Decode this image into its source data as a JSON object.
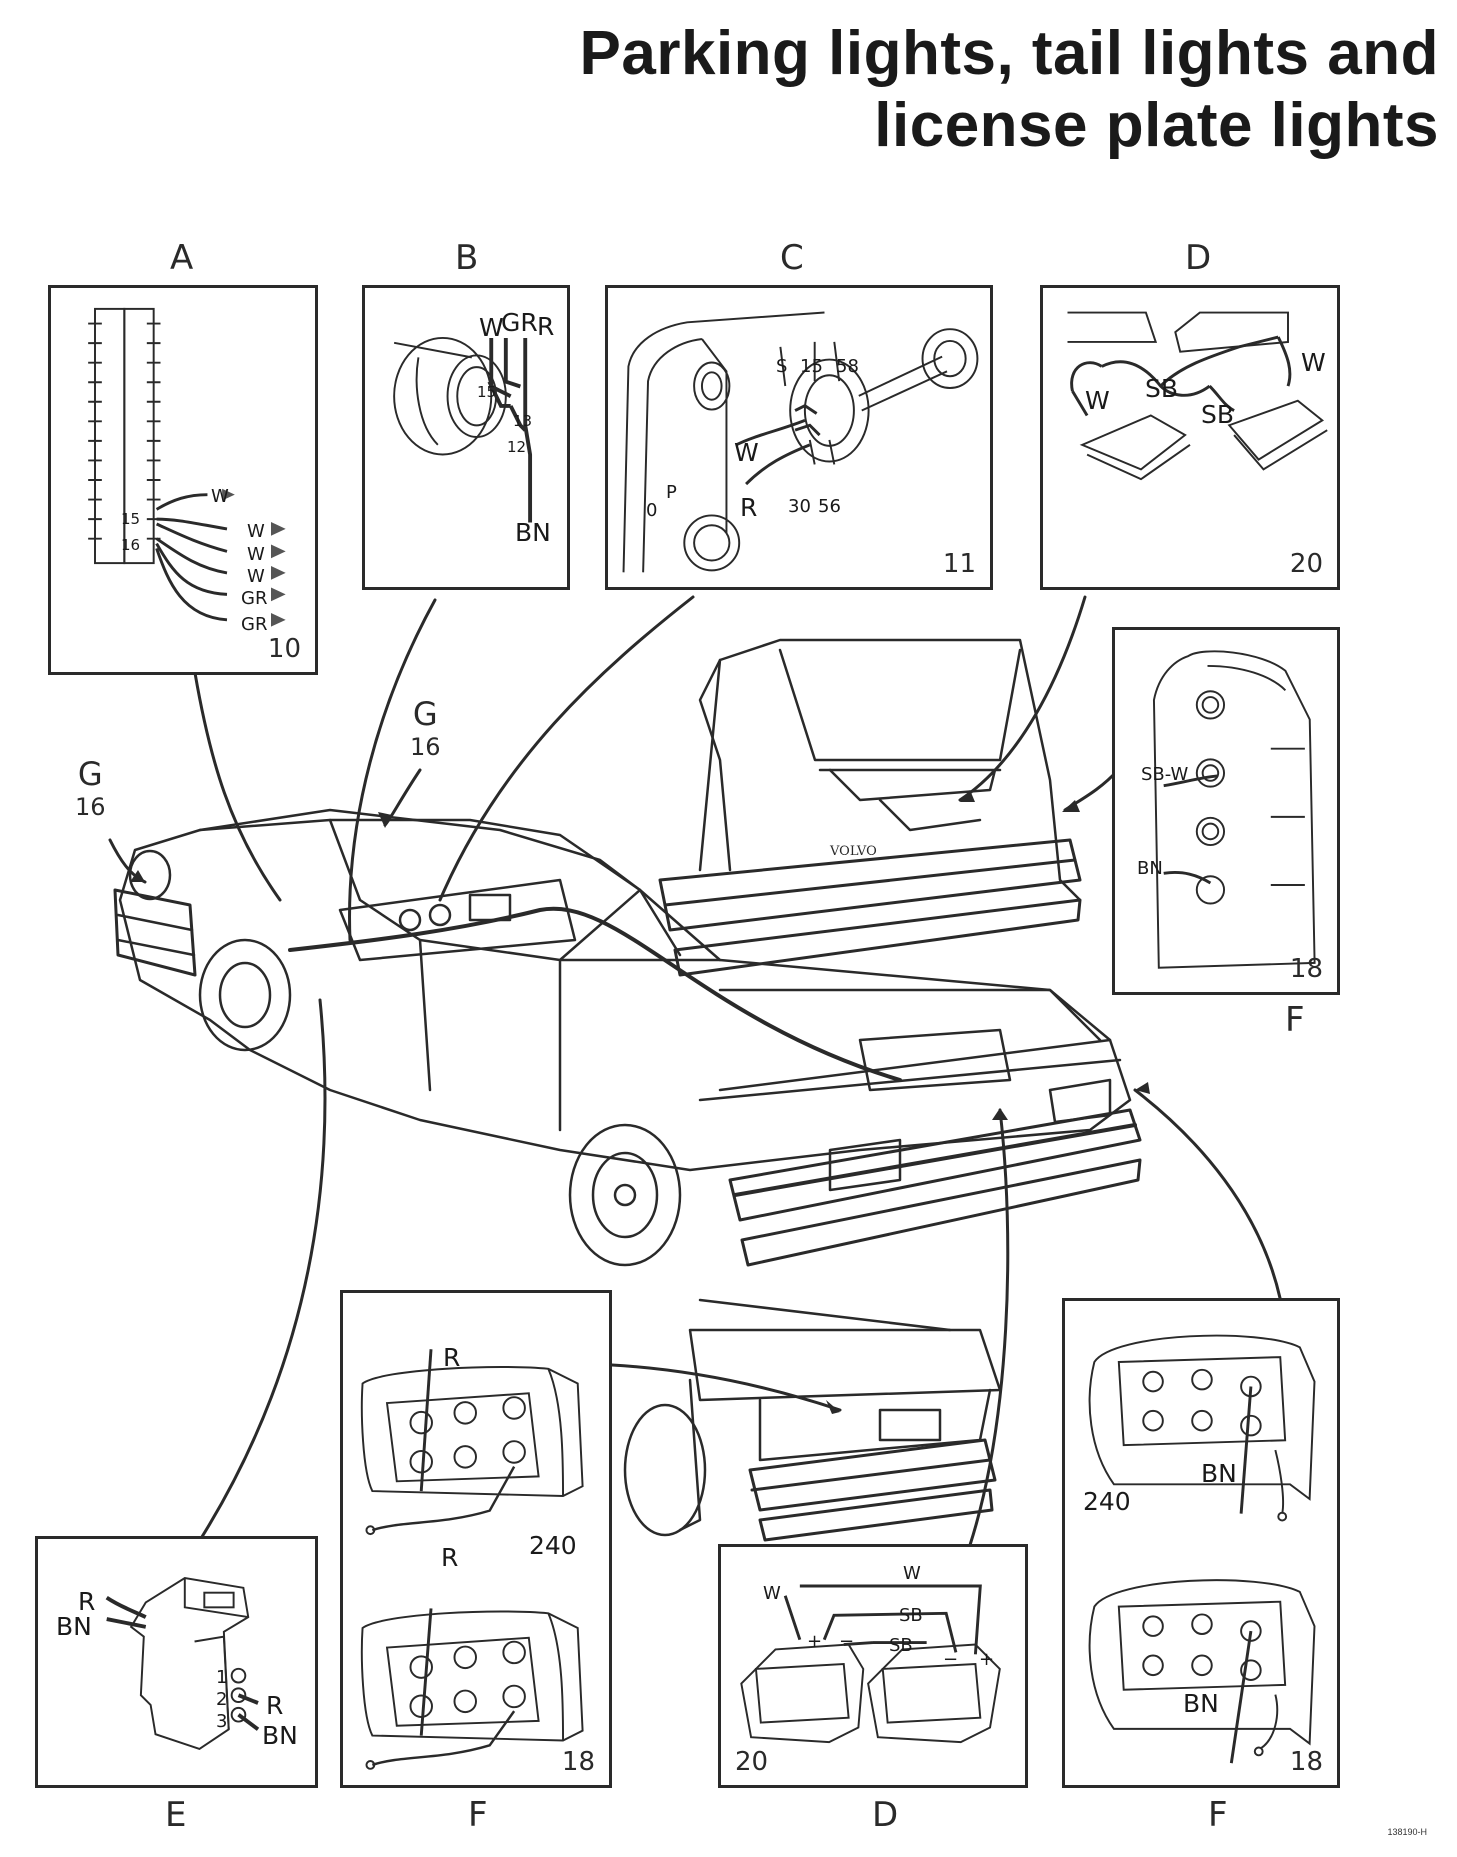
{
  "title": {
    "line1": "Parking lights, tail lights and",
    "line2": "license plate lights"
  },
  "panels": {
    "A": {
      "letter": "A",
      "number": "10",
      "labels": {
        "w1": "W",
        "w2": "W",
        "w3": "W",
        "w4": "W",
        "gr1": "GR",
        "gr2": "GR",
        "t15": "15",
        "t16": "16"
      }
    },
    "B": {
      "letter": "B",
      "labels": {
        "w": "W",
        "gr": "GR",
        "r": "R",
        "bn": "BN",
        "t15": "15",
        "t13": "13",
        "t12": "12"
      }
    },
    "C": {
      "letter": "C",
      "number": "11",
      "labels": {
        "s": "S",
        "t15": "15",
        "t58": "58",
        "w": "W",
        "r": "R",
        "t30": "30",
        "t56": "56",
        "zero": "0",
        "p": "P"
      }
    },
    "D_top": {
      "letter": "D",
      "number": "20",
      "labels": {
        "w1": "W",
        "sb1": "SB",
        "sb2": "SB",
        "w2": "W"
      }
    },
    "F_right": {
      "letter": "F",
      "number": "18",
      "labels": {
        "sbw": "SB-W",
        "bn": "BN"
      }
    },
    "E": {
      "letter": "E",
      "labels": {
        "r": "R",
        "bn": "BN",
        "n1": "1",
        "n2": "2",
        "n3": "3",
        "r2": "R",
        "bn2": "BN"
      }
    },
    "F_left": {
      "letter": "F",
      "number": "18",
      "labels": {
        "r1": "R",
        "r2": "R",
        "model": "240"
      }
    },
    "D_bottom": {
      "letter": "D",
      "number": "20",
      "labels": {
        "w1": "W",
        "w2": "W",
        "sb1": "SB",
        "sb2": "SB",
        "plus1": "+",
        "minus1": "−",
        "minus2": "−",
        "plus2": "+"
      }
    },
    "F_bottom": {
      "letter": "F",
      "number": "18",
      "labels": {
        "bn1": "BN",
        "model": "240",
        "bn2": "BN"
      }
    }
  },
  "g_left": {
    "letter": "G",
    "number": "16"
  },
  "g_mid": {
    "letter": "G",
    "number": "16"
  },
  "vehicle_badge": "VOLVO",
  "reference": "138190-H"
}
